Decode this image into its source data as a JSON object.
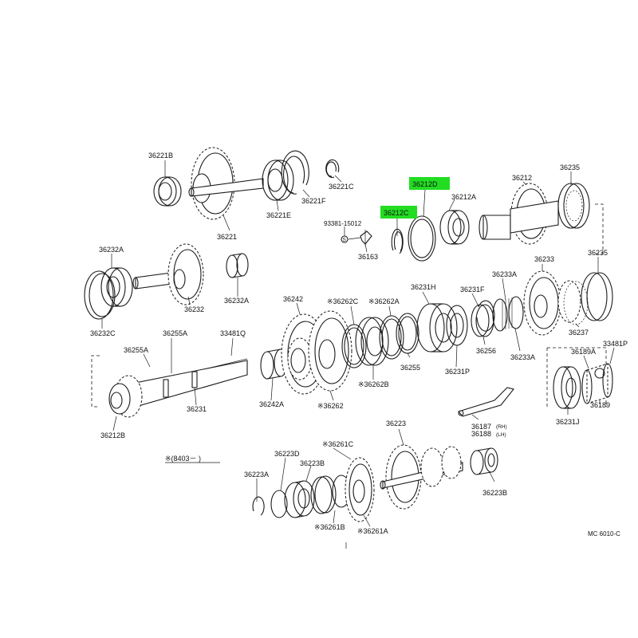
{
  "diagram_code": "MC 6010-C",
  "note": "※(8403－    )",
  "highlight_color": "#22dd22",
  "parts": {
    "p36221B": "36221B",
    "p36221": "36221",
    "p36221E": "36221E",
    "p36221F": "36221F",
    "p36221C": "36221C",
    "p93381": "93381-15012",
    "p36163": "36163",
    "p36212C": "36212C",
    "p36212D": "36212D",
    "p36212A": "36212A",
    "p36212": "36212",
    "p36235a": "36235",
    "p36235b": "36235",
    "p36232A": "36232A",
    "p36232": "36232",
    "p36232C": "36232C",
    "p36232A2": "36232A",
    "p36242": "36242",
    "p36262C": "※36262C",
    "p36262A": "※36262A",
    "p36231H": "36231H",
    "p36231F": "36231F",
    "p36233A": "36233A",
    "p36233": "36233",
    "p36255A1": "36255A",
    "p36255A2": "36255A",
    "p33481Q": "33481Q",
    "p36256": "36256",
    "p36233A2": "36233A",
    "p36237": "36237",
    "p36189A": "36189A",
    "p33481P": "33481P",
    "p36255": "36255",
    "p36262B": "※36262B",
    "p36231P": "36231P",
    "p36231": "36231",
    "p36242A": "36242A",
    "p36262": "※36262",
    "p36212B": "36212B",
    "p36187": "36187",
    "p36187rh": "(RH)",
    "p36188": "36188",
    "p36188lh": "(LH)",
    "p36231J": "36231J",
    "p36189": "36189",
    "p36223": "36223",
    "p36261C": "※36261C",
    "p36223D": "36223D",
    "p36223B": "36223B",
    "p36223A": "36223A",
    "p36223B2": "36223B",
    "p36261B": "※36261B",
    "p36261A": "※36261A"
  }
}
